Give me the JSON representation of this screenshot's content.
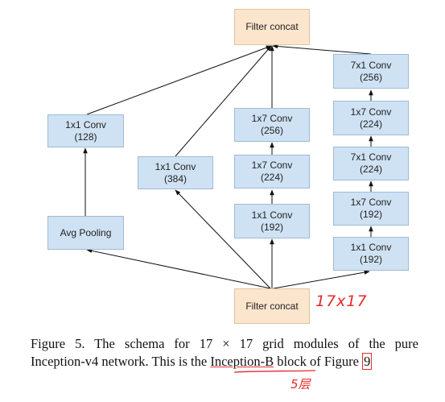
{
  "boxes": {
    "filter_concat_top": {
      "title": "Filter concat",
      "sub": ""
    },
    "filter_concat_bottom": {
      "title": "Filter concat",
      "sub": ""
    },
    "b1_conv": {
      "title": "1x1 Conv",
      "sub": "(128)"
    },
    "b1_pool": {
      "title": "Avg Pooling",
      "sub": ""
    },
    "b2_conv": {
      "title": "1x1 Conv",
      "sub": "(384)"
    },
    "b3_top": {
      "title": "1x7 Conv",
      "sub": "(256)"
    },
    "b3_mid": {
      "title": "1x7 Conv",
      "sub": "(224)"
    },
    "b3_bot": {
      "title": "1x1 Conv",
      "sub": "(192)"
    },
    "b4_1": {
      "title": "7x1 Conv",
      "sub": "(256)"
    },
    "b4_2": {
      "title": "1x7 Conv",
      "sub": "(224)"
    },
    "b4_3": {
      "title": "7x1 Conv",
      "sub": "(224)"
    },
    "b4_4": {
      "title": "1x7 Conv",
      "sub": "(192)"
    },
    "b4_5": {
      "title": "1x1 Conv",
      "sub": "(192)"
    }
  },
  "caption": {
    "line1": "Figure 5.  The schema for 17 × 17 grid modules of the pure",
    "line2_pre": "Inception-v4 network. This is the ",
    "line2_link": "Inception-B",
    "line2_mid": " block of Figure ",
    "line2_ref": "9"
  },
  "annotations": {
    "size_note": "17x17",
    "layer_note": "5层"
  },
  "colors": {
    "conv_fill": "#cfe2f3",
    "concat_fill": "#fce5cd",
    "annotation": "#e82828"
  }
}
